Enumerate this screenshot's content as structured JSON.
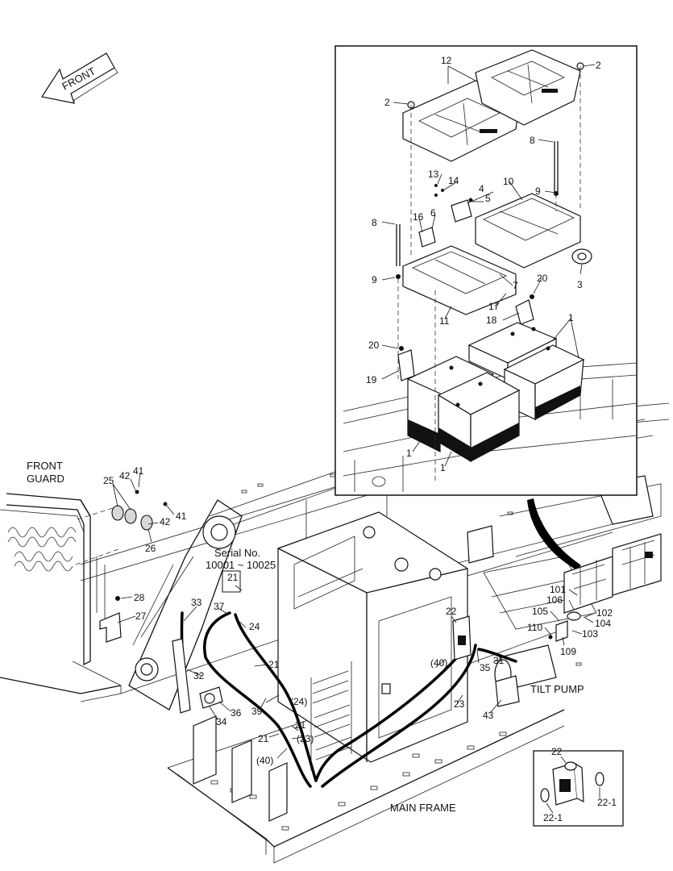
{
  "captions": {
    "front_arrow": "FRONT",
    "front_guard_1": "FRONT",
    "front_guard_2": "GUARD",
    "serial_1": "Serial No.",
    "serial_2": "10001 ~ 10025",
    "tilt_pump": "TILT PUMP",
    "main_frame": "MAIN FRAME"
  },
  "inset_battery_labels": [
    "12",
    "2",
    "2",
    "8",
    "13",
    "14",
    "4",
    "5",
    "10",
    "9",
    "16",
    "6",
    "8",
    "3",
    "9",
    "7",
    "20",
    "17",
    "18",
    "11",
    "1",
    "20",
    "19",
    "1",
    "1"
  ],
  "frame_labels": [
    "42",
    "41",
    "25",
    "41",
    "42",
    "26",
    "28",
    "27",
    "21",
    "33",
    "37",
    "24",
    "22",
    "21",
    "32",
    "(40)",
    "35",
    "31",
    "(24)",
    "36",
    "34",
    "39",
    "23",
    "21",
    "21",
    "(23)",
    "43",
    "(40)",
    "101",
    "106",
    "102",
    "105",
    "104",
    "110",
    "103",
    "109"
  ],
  "inset_bracket_labels": [
    "22",
    "22-1",
    "22-1"
  ]
}
